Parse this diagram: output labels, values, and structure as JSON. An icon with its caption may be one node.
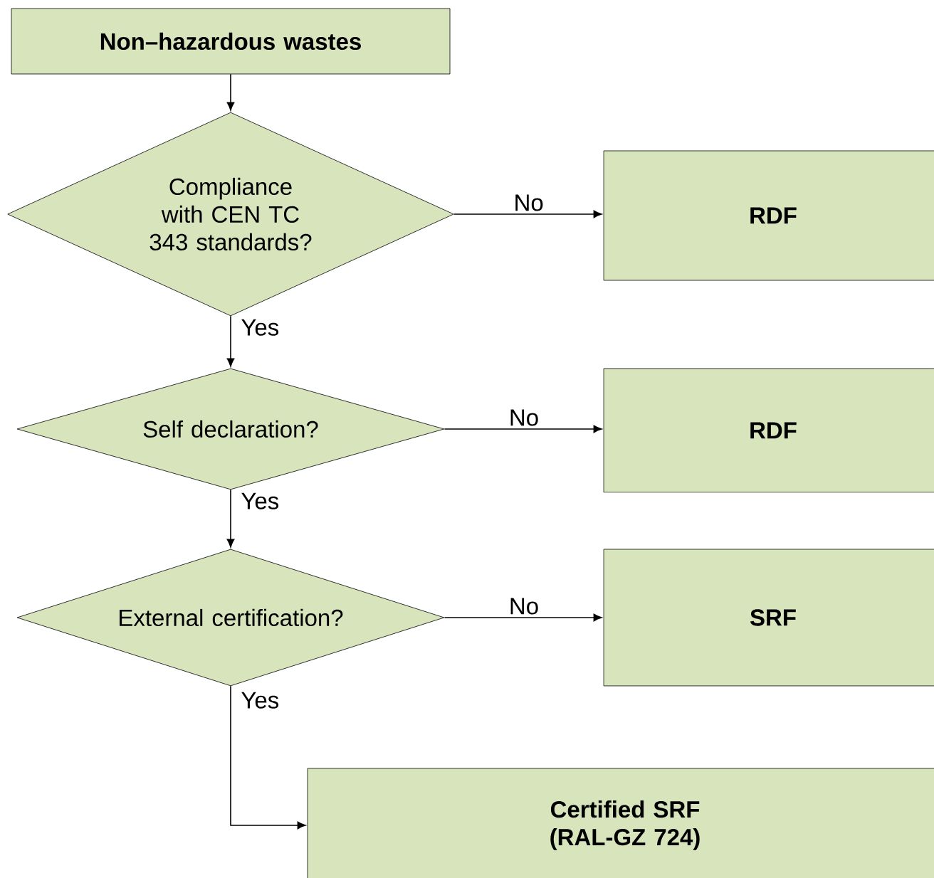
{
  "diagram": {
    "nodes": [
      {
        "text": [
          "Non–hazardous wastes"
        ]
      },
      {
        "text": [
          "Compliance with CEN TC 343 standards?"
        ]
      },
      {
        "text": [
          "RDF"
        ]
      },
      {
        "text": [
          "Self declaration?"
        ]
      },
      {
        "text": [
          "RDF"
        ]
      },
      {
        "text": [
          "External certification?"
        ]
      },
      {
        "text": [
          "SRF"
        ]
      },
      {
        "text": [
          "Certified SRF (RAL-GZ 724)"
        ]
      }
    ],
    "edges": [
      {
        "from": 0,
        "to": 1,
        "arrow": "to"
      },
      {
        "from": 1,
        "to": 2,
        "arrow": "to",
        "label": "No"
      },
      {
        "from": 1,
        "to": 3,
        "arrow": "to",
        "label": "Yes"
      },
      {
        "from": 3,
        "to": 4,
        "arrow": "to",
        "label": "No"
      },
      {
        "from": 3,
        "to": 5,
        "arrow": "to",
        "label": "Yes"
      },
      {
        "from": 5,
        "to": 6,
        "arrow": "to",
        "label": "No"
      },
      {
        "from": 5,
        "to": 7,
        "arrow": "to",
        "label": "Yes"
      }
    ]
  }
}
